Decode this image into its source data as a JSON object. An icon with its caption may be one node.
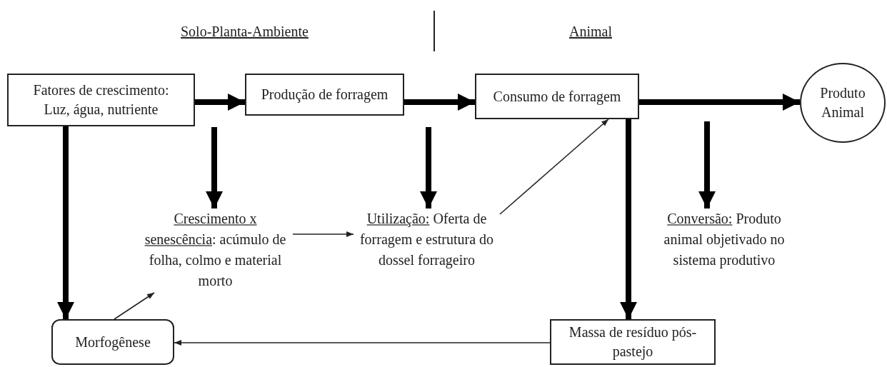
{
  "diagram": {
    "nodes": [
      {
        "text": [
          "Fatores de crescimento: Luz, água, nutriente"
        ]
      },
      {
        "text": [
          "Produção de forragem"
        ]
      },
      {
        "text": [
          "Consumo de forragem"
        ]
      },
      {
        "text": [
          "Produto Animal"
        ]
      },
      {
        "text": [
          "Crescimento x senescência",
          ": acúmulo de folha, colmo e material morto"
        ]
      },
      {
        "text": [
          "Utilização:",
          "Oferta de forragem e estrutura do dossel forrageiro"
        ]
      },
      {
        "text": [
          "Conversão:",
          "Produto animal objetivado no sistema produtivo"
        ]
      },
      {
        "text": [
          "Morfogênese"
        ]
      },
      {
        "text": [
          "Massa de resíduo pós-pastejo"
        ]
      }
    ],
    "edges": [
      {
        "from": 0,
        "to": 1,
        "arrow": "to"
      },
      {
        "from": 1,
        "to": 2,
        "arrow": "to"
      },
      {
        "from": 2,
        "to": 3,
        "arrow": "to"
      },
      {
        "from": 0,
        "to": 7,
        "arrow": "to"
      },
      {
        "from": null,
        "to": 4,
        "arrow": "to"
      },
      {
        "from": null,
        "to": 5,
        "arrow": "to"
      },
      {
        "from": 4,
        "to": 5,
        "arrow": "to"
      },
      {
        "from": 5,
        "to": 2,
        "arrow": "to"
      },
      {
        "from": 2,
        "to": 8,
        "arrow": "to"
      },
      {
        "from": null,
        "to": 6,
        "arrow": "to"
      },
      {
        "from": 8,
        "to": 7,
        "arrow": "to"
      },
      {
        "from": 7,
        "to": 4,
        "arrow": "to"
      }
    ],
    "labels": [
      "Solo-Planta-Ambiente",
      "Animal"
    ]
  }
}
